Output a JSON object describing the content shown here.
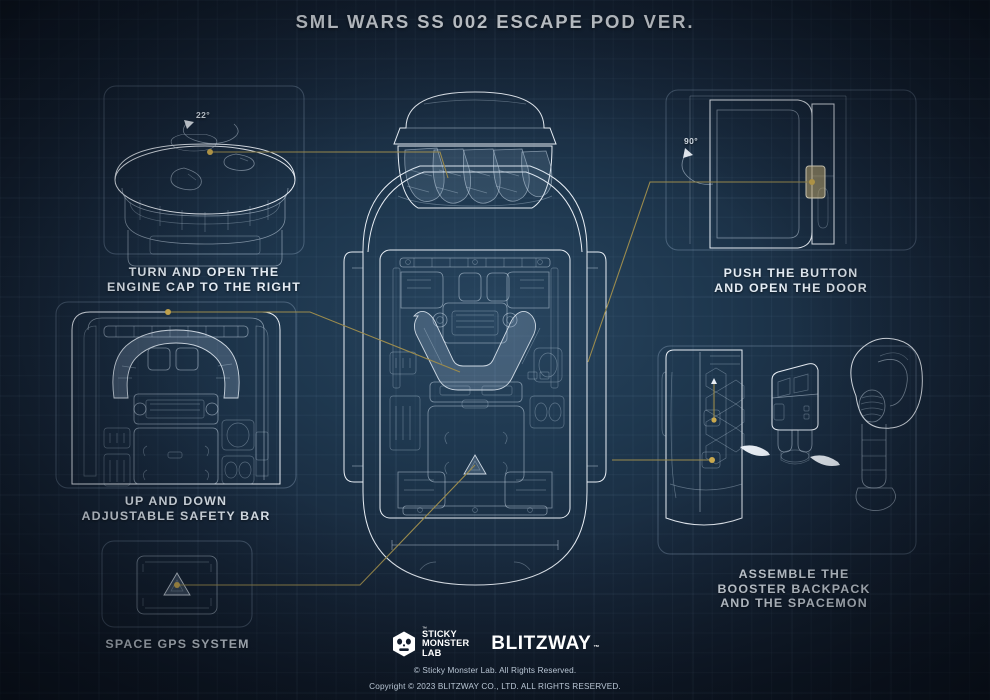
{
  "title": "SML WARS SS 002 ESCAPE POD VER.",
  "background": {
    "color": "#131d2d",
    "grid_color": "#96b9d7",
    "line_color": "#e8eef5",
    "leader_color": "#9b8b4d",
    "accent_color": "#caa94e"
  },
  "callouts": [
    {
      "id": "engine-cap",
      "label": "TURN AND OPEN THE\nENGINE CAP TO THE RIGHT",
      "angle": "22°",
      "angle_icon": "rotation-arrow"
    },
    {
      "id": "safety-bar",
      "label": "UP AND DOWN\nADJUSTABLE SAFETY BAR"
    },
    {
      "id": "gps",
      "label": "SPACE GPS SYSTEM",
      "icon": "gps-prism-icon"
    },
    {
      "id": "door",
      "label": "PUSH THE BUTTON\nAND OPEN THE DOOR",
      "angle": "90°",
      "angle_icon": "door-swing-arrow"
    },
    {
      "id": "booster",
      "label": "ASSEMBLE THE\nBOOSTER BACKPACK\nAND THE SPACEMON"
    }
  ],
  "footer": {
    "sml_logo": {
      "icon": "sticky-monster-hex-face-icon",
      "line1": "STICKY",
      "line2": "MONSTER",
      "line3": "LAB",
      "tm": "™"
    },
    "blitzway_logo": {
      "text": "BLITZWAY",
      "tm": "™"
    },
    "copyright_line1": "© Sticky Monster Lab. All Rights Reserved.",
    "copyright_line2": "Copyright © 2023 BLITZWAY CO., LTD. ALL RIGHTS RESERVED."
  }
}
